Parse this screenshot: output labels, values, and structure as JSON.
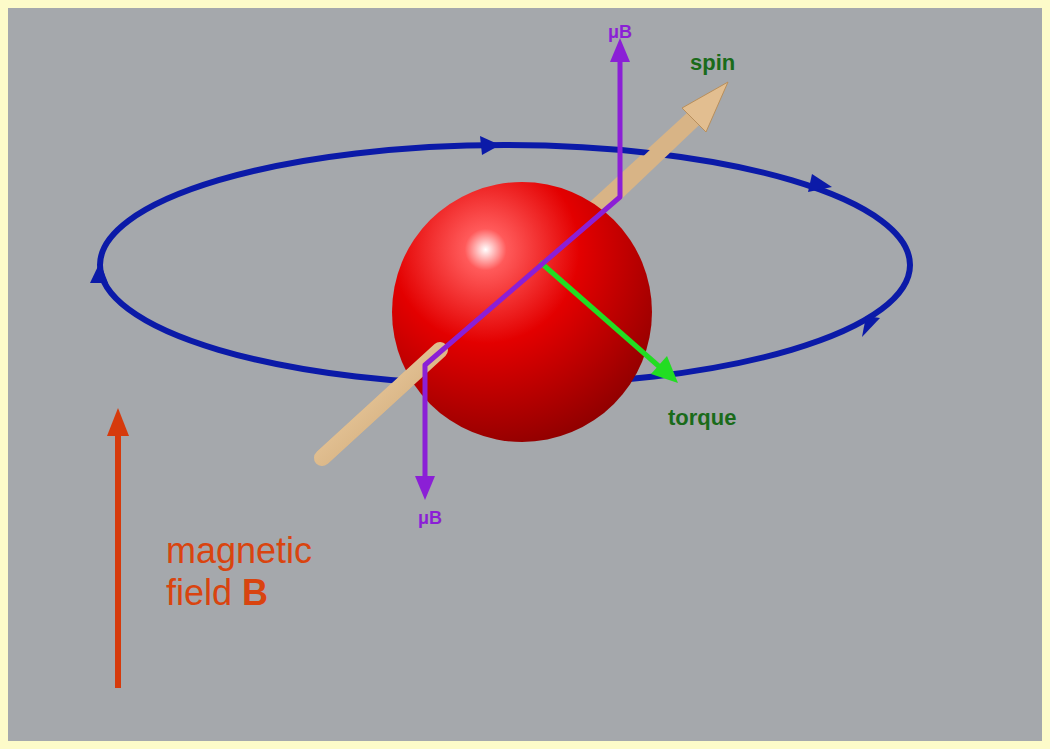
{
  "diagram": {
    "labels": [
      "μB",
      "spin",
      "torque",
      "μB",
      "magnetic field",
      "B"
    ]
  }
}
